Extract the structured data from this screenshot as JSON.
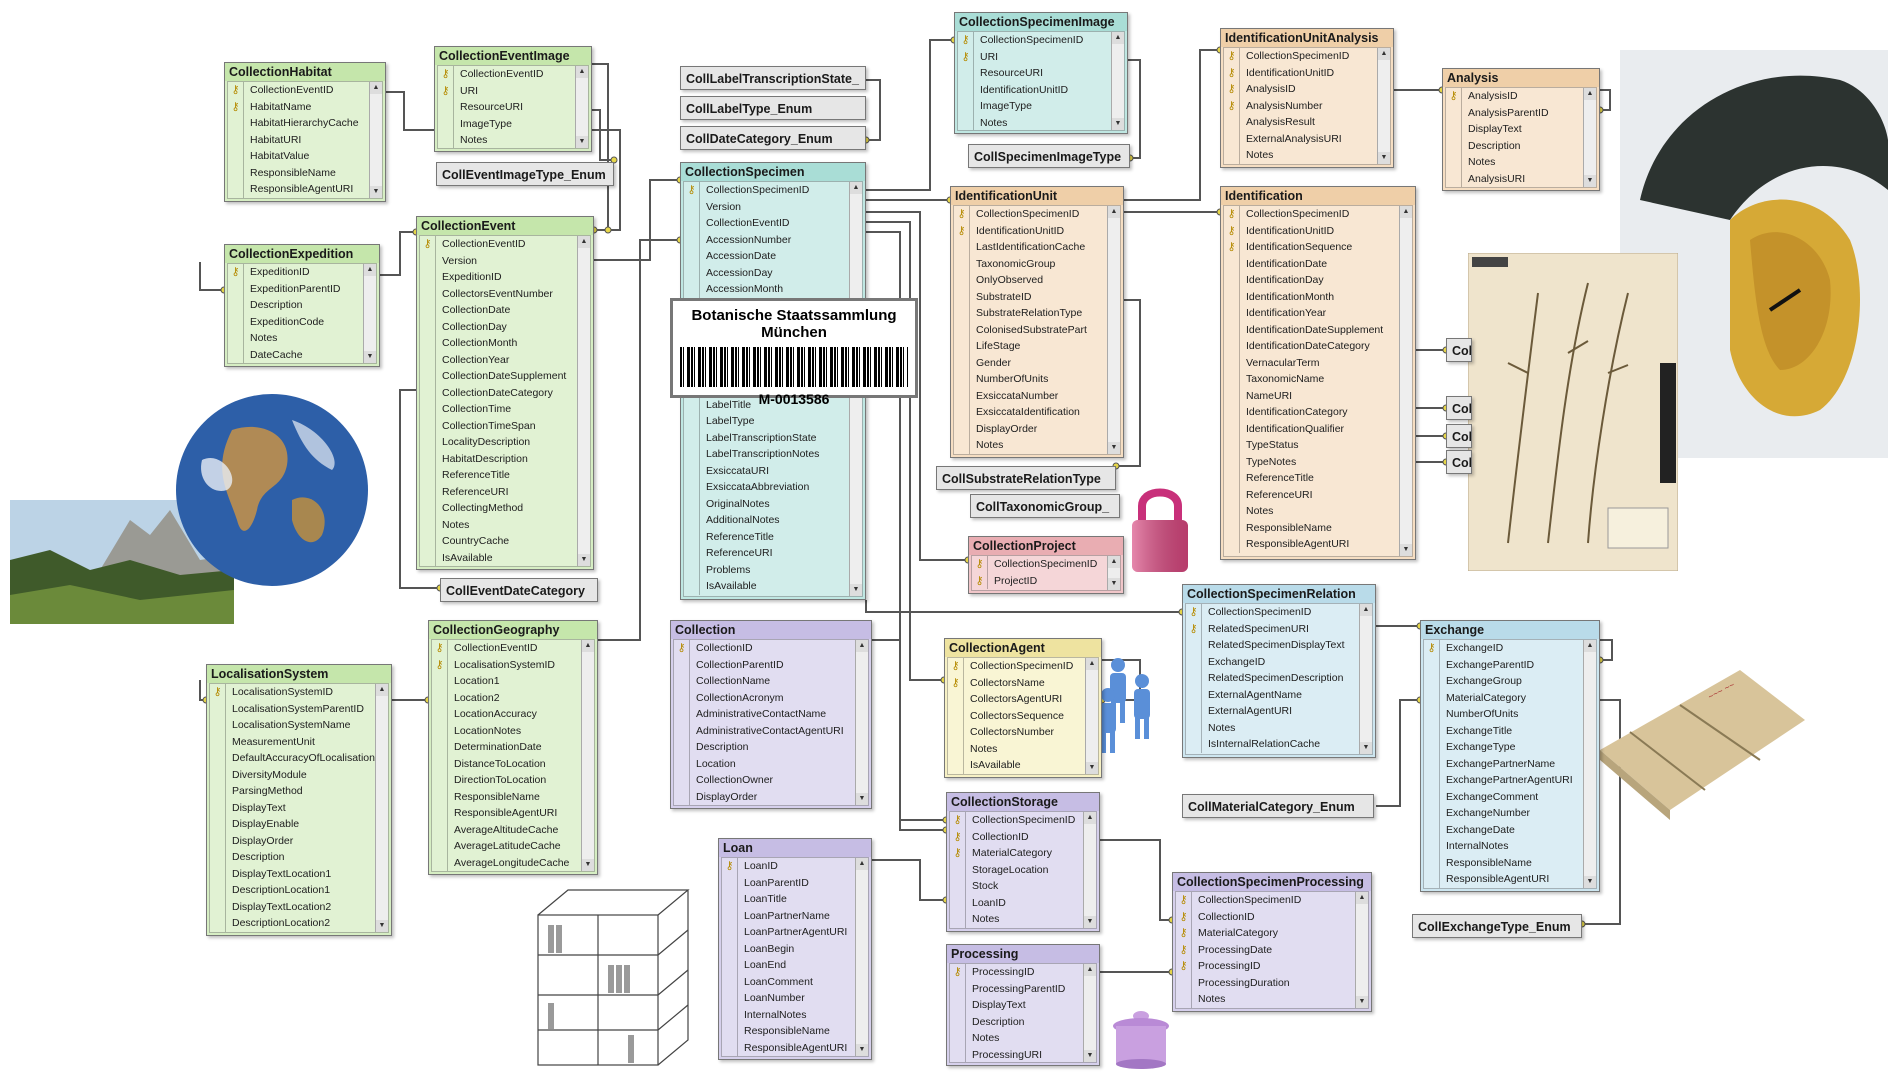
{
  "label": {
    "title": "Botanische Staatssammlung München",
    "number": "M-0013586"
  },
  "tables": {
    "CollectionHabitat": {
      "title": "CollectionHabitat",
      "rows": [
        {
          "n": "CollectionEventID",
          "k": true
        },
        {
          "n": "HabitatName",
          "k": true
        },
        {
          "n": "HabitatHierarchyCache"
        },
        {
          "n": "HabitatURI"
        },
        {
          "n": "HabitatValue"
        },
        {
          "n": "ResponsibleName"
        },
        {
          "n": "ResponsibleAgentURI"
        }
      ]
    },
    "CollectionEventImage": {
      "title": "CollectionEventImage",
      "rows": [
        {
          "n": "CollectionEventID",
          "k": true
        },
        {
          "n": "URI",
          "k": true
        },
        {
          "n": "ResourceURI"
        },
        {
          "n": "ImageType"
        },
        {
          "n": "Notes"
        }
      ]
    },
    "CollectionExpedition": {
      "title": "CollectionExpedition",
      "rows": [
        {
          "n": "ExpeditionID",
          "k": true
        },
        {
          "n": "ExpeditionParentID"
        },
        {
          "n": "Description"
        },
        {
          "n": "ExpeditionCode"
        },
        {
          "n": "Notes"
        },
        {
          "n": "DateCache"
        }
      ]
    },
    "CollectionEvent": {
      "title": "CollectionEvent",
      "rows": [
        {
          "n": "CollectionEventID",
          "k": true
        },
        {
          "n": "Version"
        },
        {
          "n": "ExpeditionID"
        },
        {
          "n": "CollectorsEventNumber"
        },
        {
          "n": "CollectionDate"
        },
        {
          "n": "CollectionDay"
        },
        {
          "n": "CollectionMonth"
        },
        {
          "n": "CollectionYear"
        },
        {
          "n": "CollectionDateSupplement"
        },
        {
          "n": "CollectionDateCategory"
        },
        {
          "n": "CollectionTime"
        },
        {
          "n": "CollectionTimeSpan"
        },
        {
          "n": "LocalityDescription"
        },
        {
          "n": "HabitatDescription"
        },
        {
          "n": "ReferenceTitle"
        },
        {
          "n": "ReferenceURI"
        },
        {
          "n": "CollectingMethod"
        },
        {
          "n": "Notes"
        },
        {
          "n": "CountryCache"
        },
        {
          "n": "IsAvailable"
        }
      ]
    },
    "CollectionGeography": {
      "title": "CollectionGeography",
      "rows": [
        {
          "n": "CollectionEventID",
          "k": true
        },
        {
          "n": "LocalisationSystemID",
          "k": true
        },
        {
          "n": "Location1"
        },
        {
          "n": "Location2"
        },
        {
          "n": "LocationAccuracy"
        },
        {
          "n": "LocationNotes"
        },
        {
          "n": "DeterminationDate"
        },
        {
          "n": "DistanceToLocation"
        },
        {
          "n": "DirectionToLocation"
        },
        {
          "n": "ResponsibleName"
        },
        {
          "n": "ResponsibleAgentURI"
        },
        {
          "n": "AverageAltitudeCache"
        },
        {
          "n": "AverageLatitudeCache"
        },
        {
          "n": "AverageLongitudeCache"
        }
      ]
    },
    "LocalisationSystem": {
      "title": "LocalisationSystem",
      "rows": [
        {
          "n": "LocalisationSystemID",
          "k": true
        },
        {
          "n": "LocalisationSystemParentID"
        },
        {
          "n": "LocalisationSystemName"
        },
        {
          "n": "MeasurementUnit"
        },
        {
          "n": "DefaultAccuracyOfLocalisation"
        },
        {
          "n": "DiversityModule"
        },
        {
          "n": "ParsingMethod"
        },
        {
          "n": "DisplayText"
        },
        {
          "n": "DisplayEnable"
        },
        {
          "n": "DisplayOrder"
        },
        {
          "n": "Description"
        },
        {
          "n": "DisplayTextLocation1"
        },
        {
          "n": "DescriptionLocation1"
        },
        {
          "n": "DisplayTextLocation2"
        },
        {
          "n": "DescriptionLocation2"
        }
      ]
    },
    "CollectionSpecimen": {
      "title": "CollectionSpecimen",
      "rows": [
        {
          "n": "CollectionSpecimenID",
          "k": true
        },
        {
          "n": "Version"
        },
        {
          "n": "CollectionEventID"
        },
        {
          "n": "AccessionNumber"
        },
        {
          "n": "AccessionDate"
        },
        {
          "n": "AccessionDay"
        },
        {
          "n": "AccessionMonth"
        },
        {
          "n": ""
        },
        {
          "n": ""
        },
        {
          "n": ""
        },
        {
          "n": ""
        },
        {
          "n": ""
        },
        {
          "n": ""
        },
        {
          "n": "LabelTitle"
        },
        {
          "n": "LabelType"
        },
        {
          "n": "LabelTranscriptionState"
        },
        {
          "n": "LabelTranscriptionNotes"
        },
        {
          "n": "ExsiccataURI"
        },
        {
          "n": "ExsiccataAbbreviation"
        },
        {
          "n": "OriginalNotes"
        },
        {
          "n": "AdditionalNotes"
        },
        {
          "n": "ReferenceTitle"
        },
        {
          "n": "ReferenceURI"
        },
        {
          "n": "Problems"
        },
        {
          "n": "IsAvailable"
        }
      ]
    },
    "Collection": {
      "title": "Collection",
      "rows": [
        {
          "n": "CollectionID",
          "k": true
        },
        {
          "n": "CollectionParentID"
        },
        {
          "n": "CollectionName"
        },
        {
          "n": "CollectionAcronym"
        },
        {
          "n": "AdministrativeContactName"
        },
        {
          "n": "AdministrativeContactAgentURI"
        },
        {
          "n": "Description"
        },
        {
          "n": "Location"
        },
        {
          "n": "CollectionOwner"
        },
        {
          "n": "DisplayOrder"
        }
      ]
    },
    "Loan": {
      "title": "Loan",
      "rows": [
        {
          "n": "LoanID",
          "k": true
        },
        {
          "n": "LoanParentID"
        },
        {
          "n": "LoanTitle"
        },
        {
          "n": "LoanPartnerName"
        },
        {
          "n": "LoanPartnerAgentURI"
        },
        {
          "n": "LoanBegin"
        },
        {
          "n": "LoanEnd"
        },
        {
          "n": "LoanComment"
        },
        {
          "n": "LoanNumber"
        },
        {
          "n": "InternalNotes"
        },
        {
          "n": "ResponsibleName"
        },
        {
          "n": "ResponsibleAgentURI"
        }
      ]
    },
    "CollectionSpecimenImage": {
      "title": "CollectionSpecimenImage",
      "rows": [
        {
          "n": "CollectionSpecimenID",
          "k": true
        },
        {
          "n": "URI",
          "k": true
        },
        {
          "n": "ResourceURI"
        },
        {
          "n": "IdentificationUnitID"
        },
        {
          "n": "ImageType"
        },
        {
          "n": "Notes"
        }
      ]
    },
    "IdentificationUnit": {
      "title": "IdentificationUnit",
      "rows": [
        {
          "n": "CollectionSpecimenID",
          "k": true
        },
        {
          "n": "IdentificationUnitID",
          "k": true
        },
        {
          "n": "LastIdentificationCache"
        },
        {
          "n": "TaxonomicGroup"
        },
        {
          "n": "OnlyObserved"
        },
        {
          "n": "SubstrateID"
        },
        {
          "n": "SubstrateRelationType"
        },
        {
          "n": "ColonisedSubstratePart"
        },
        {
          "n": "LifeStage"
        },
        {
          "n": "Gender"
        },
        {
          "n": "NumberOfUnits"
        },
        {
          "n": "ExsiccataNumber"
        },
        {
          "n": "ExsiccataIdentification"
        },
        {
          "n": "DisplayOrder"
        },
        {
          "n": "Notes"
        }
      ]
    },
    "CollectionProject": {
      "title": "CollectionProject",
      "rows": [
        {
          "n": "CollectionSpecimenID",
          "k": true
        },
        {
          "n": "ProjectID",
          "k": true
        }
      ]
    },
    "CollectionAgent": {
      "title": "CollectionAgent",
      "rows": [
        {
          "n": "CollectionSpecimenID",
          "k": true
        },
        {
          "n": "CollectorsName",
          "k": true
        },
        {
          "n": "CollectorsAgentURI"
        },
        {
          "n": "CollectorsSequence"
        },
        {
          "n": "CollectorsNumber"
        },
        {
          "n": "Notes"
        },
        {
          "n": "IsAvailable"
        }
      ]
    },
    "CollectionStorage": {
      "title": "CollectionStorage",
      "rows": [
        {
          "n": "CollectionSpecimenID",
          "k": true
        },
        {
          "n": "CollectionID",
          "k": true
        },
        {
          "n": "MaterialCategory",
          "k": true
        },
        {
          "n": "StorageLocation"
        },
        {
          "n": "Stock"
        },
        {
          "n": "LoanID"
        },
        {
          "n": "Notes"
        }
      ]
    },
    "Processing": {
      "title": "Processing",
      "rows": [
        {
          "n": "ProcessingID",
          "k": true
        },
        {
          "n": "ProcessingParentID"
        },
        {
          "n": "DisplayText"
        },
        {
          "n": "Description"
        },
        {
          "n": "Notes"
        },
        {
          "n": "ProcessingURI"
        }
      ]
    },
    "IdentificationUnitAnalysis": {
      "title": "IdentificationUnitAnalysis",
      "rows": [
        {
          "n": "CollectionSpecimenID",
          "k": true
        },
        {
          "n": "IdentificationUnitID",
          "k": true
        },
        {
          "n": "AnalysisID",
          "k": true
        },
        {
          "n": "AnalysisNumber",
          "k": true
        },
        {
          "n": "AnalysisResult"
        },
        {
          "n": "ExternalAnalysisURI"
        },
        {
          "n": "Notes"
        }
      ]
    },
    "Analysis": {
      "title": "Analysis",
      "rows": [
        {
          "n": "AnalysisID",
          "k": true
        },
        {
          "n": "AnalysisParentID"
        },
        {
          "n": "DisplayText"
        },
        {
          "n": "Description"
        },
        {
          "n": "Notes"
        },
        {
          "n": "AnalysisURI"
        }
      ]
    },
    "Identification": {
      "title": "Identification",
      "rows": [
        {
          "n": "CollectionSpecimenID",
          "k": true
        },
        {
          "n": "IdentificationUnitID",
          "k": true
        },
        {
          "n": "IdentificationSequence",
          "k": true
        },
        {
          "n": "IdentificationDate"
        },
        {
          "n": "IdentificationDay"
        },
        {
          "n": "IdentificationMonth"
        },
        {
          "n": "IdentificationYear"
        },
        {
          "n": "IdentificationDateSupplement"
        },
        {
          "n": "IdentificationDateCategory"
        },
        {
          "n": "VernacularTerm"
        },
        {
          "n": "TaxonomicName"
        },
        {
          "n": "NameURI"
        },
        {
          "n": "IdentificationCategory"
        },
        {
          "n": "IdentificationQualifier"
        },
        {
          "n": "TypeStatus"
        },
        {
          "n": "TypeNotes"
        },
        {
          "n": "ReferenceTitle"
        },
        {
          "n": "ReferenceURI"
        },
        {
          "n": "Notes"
        },
        {
          "n": "ResponsibleName"
        },
        {
          "n": "ResponsibleAgentURI"
        }
      ]
    },
    "CollectionSpecimenRelation": {
      "title": "CollectionSpecimenRelation",
      "rows": [
        {
          "n": "CollectionSpecimenID",
          "k": true
        },
        {
          "n": "RelatedSpecimenURI",
          "k": true
        },
        {
          "n": "RelatedSpecimenDisplayText"
        },
        {
          "n": "ExchangeID"
        },
        {
          "n": "RelatedSpecimenDescription"
        },
        {
          "n": "ExternalAgentName"
        },
        {
          "n": "ExternalAgentURI"
        },
        {
          "n": "Notes"
        },
        {
          "n": "IsInternalRelationCache"
        }
      ]
    },
    "Exchange": {
      "title": "Exchange",
      "rows": [
        {
          "n": "ExchangeID",
          "k": true
        },
        {
          "n": "ExchangeParentID"
        },
        {
          "n": "ExchangeGroup"
        },
        {
          "n": "MaterialCategory"
        },
        {
          "n": "NumberOfUnits"
        },
        {
          "n": "ExchangeTitle"
        },
        {
          "n": "ExchangeType"
        },
        {
          "n": "ExchangePartnerName"
        },
        {
          "n": "ExchangePartnerAgentURI"
        },
        {
          "n": "ExchangeComment"
        },
        {
          "n": "ExchangeNumber"
        },
        {
          "n": "ExchangeDate"
        },
        {
          "n": "InternalNotes"
        },
        {
          "n": "ResponsibleName"
        },
        {
          "n": "ResponsibleAgentURI"
        }
      ]
    },
    "CollectionSpecimenProcessing": {
      "title": "CollectionSpecimenProcessing",
      "rows": [
        {
          "n": "CollectionSpecimenID",
          "k": true
        },
        {
          "n": "CollectionID",
          "k": true
        },
        {
          "n": "MaterialCategory",
          "k": true
        },
        {
          "n": "ProcessingDate",
          "k": true
        },
        {
          "n": "ProcessingID",
          "k": true
        },
        {
          "n": "ProcessingDuration"
        },
        {
          "n": "Notes"
        }
      ]
    }
  },
  "enums": {
    "e1": "CollLabelTranscriptionState_",
    "e2": "CollLabelType_Enum",
    "e3": "CollDateCategory_Enum",
    "e4": "CollEventImageType_Enum",
    "e5": "CollEventDateCategory",
    "e6": "CollSpecimenImageType",
    "e7": "CollSubstrateRelationType",
    "e8": "CollTaxonomicGroup_",
    "e9": "CollMaterialCategory_Enum",
    "e10": "CollExchangeType_Enum",
    "e11": "Col",
    "e12": "Col",
    "e13": "Col",
    "e14": "Col"
  },
  "colors": {
    "green": "#d6eec3",
    "cyan": "#bfe7e2",
    "peach": "#f6dec2",
    "purple": "#d6d0ec",
    "blue": "#cde6f0",
    "yellow": "#f7f1c4",
    "pink": "#f1c6c9",
    "enum": "#e6e6e6"
  },
  "icons": [
    "key-icon",
    "earth-photo",
    "mountain-photo",
    "caterpillar-photo",
    "herbarium-sheet",
    "padlock-icon",
    "people-icon",
    "parcel-photo",
    "shelf-drawing",
    "pot-icon"
  ]
}
